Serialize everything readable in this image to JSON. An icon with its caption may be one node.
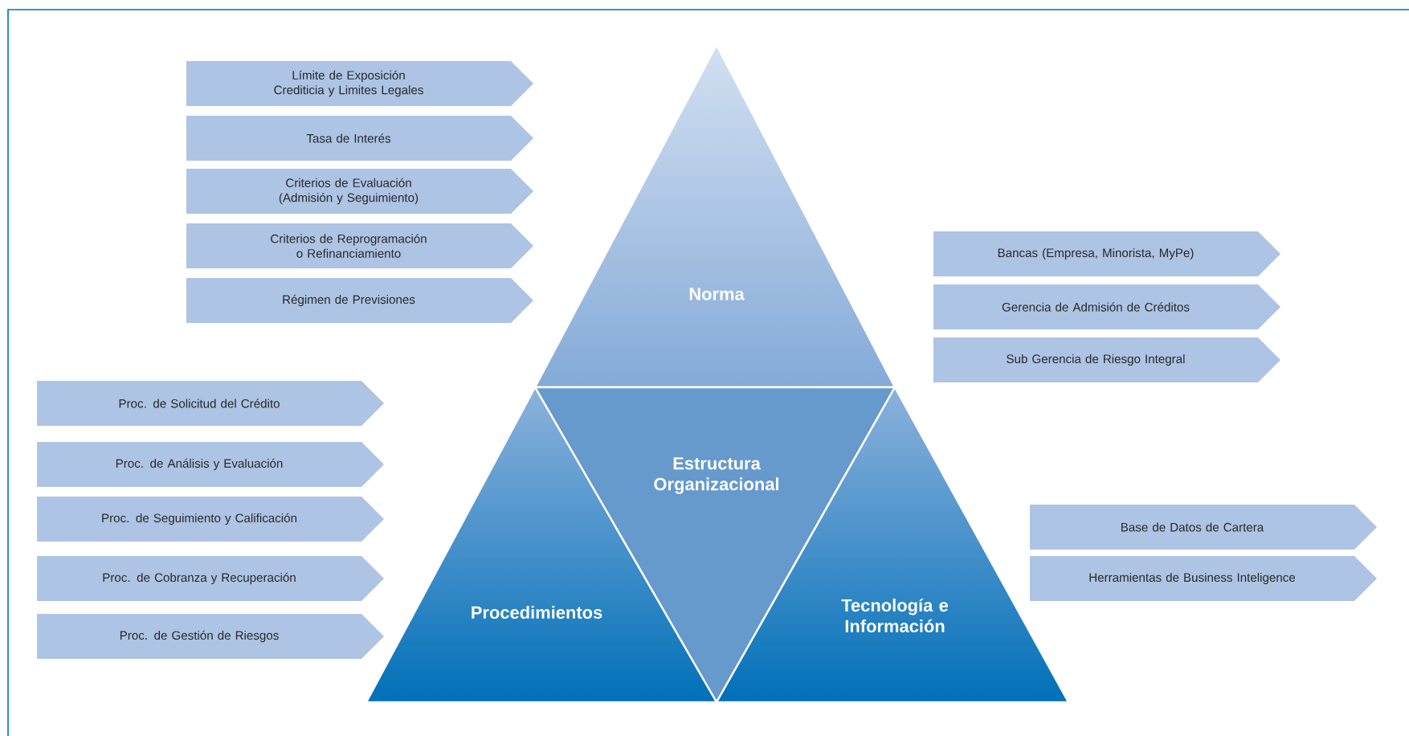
{
  "diagram": {
    "nodes": [
      {
        "text": [
          "Norma"
        ]
      },
      {
        "text": [
          "Estructura Organizacional"
        ]
      },
      {
        "text": [
          "Procedimientos"
        ]
      },
      {
        "text": [
          "Tecnología e Información"
        ]
      },
      {
        "text": [
          "Límite de Exposición Crediticia y Limites Legales"
        ]
      },
      {
        "text": [
          "Tasa de Interés"
        ]
      },
      {
        "text": [
          "Criterios de Evaluación (Admisión y Seguimiento)"
        ]
      },
      {
        "text": [
          "Criterios de Reprogramación o Refinanciamiento"
        ]
      },
      {
        "text": [
          "Régimen de Previsiones"
        ]
      },
      {
        "text": [
          "Bancas (Empresa, Minorista, MyPe)"
        ]
      },
      {
        "text": [
          "Gerencia de Admisión de Créditos"
        ]
      },
      {
        "text": [
          "Sub Gerencia de Riesgo Integral"
        ]
      },
      {
        "text": [
          "Proc. de Solicitud del Crédito"
        ]
      },
      {
        "text": [
          "Proc. de Análisis y Evaluación"
        ]
      },
      {
        "text": [
          "Proc. de Seguimiento y Calificación"
        ]
      },
      {
        "text": [
          "Proc. de Cobranza y Recuperación"
        ]
      },
      {
        "text": [
          "Proc. de Gestión de Riesgos"
        ]
      },
      {
        "text": [
          "Base de Datos de Cartera"
        ]
      },
      {
        "text": [
          "Herramientas de Business Inteligence"
        ]
      }
    ]
  }
}
